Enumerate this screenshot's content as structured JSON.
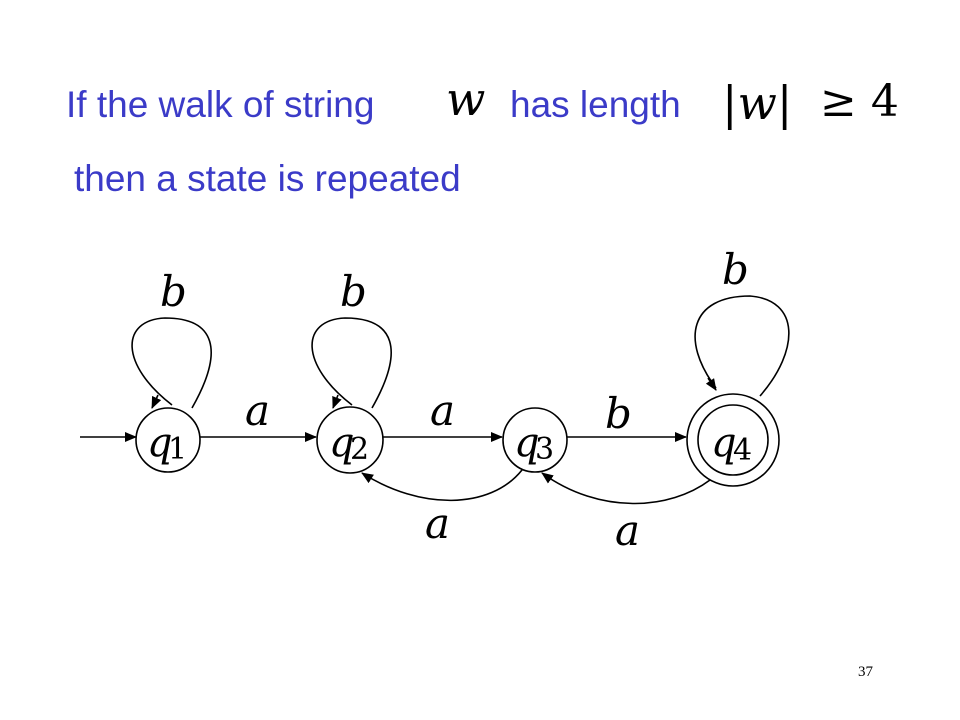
{
  "text": {
    "line1_prefix": "If the walk of string",
    "line1_var": "w",
    "line1_mid": "has length",
    "abs_left": "|",
    "abs_var": "w",
    "abs_right": "|",
    "geq": "≥ 4",
    "line2": "then a state is repeated"
  },
  "states": [
    {
      "id": "q1",
      "base": "q",
      "sub": "1",
      "accepting": false,
      "start": true
    },
    {
      "id": "q2",
      "base": "q",
      "sub": "2",
      "accepting": false,
      "start": false
    },
    {
      "id": "q3",
      "base": "q",
      "sub": "3",
      "accepting": false,
      "start": false
    },
    {
      "id": "q4",
      "base": "q",
      "sub": "4",
      "accepting": true,
      "start": false
    }
  ],
  "transitions": [
    {
      "from": "q1",
      "to": "q1",
      "label": "b"
    },
    {
      "from": "q2",
      "to": "q2",
      "label": "b"
    },
    {
      "from": "q4",
      "to": "q4",
      "label": "b"
    },
    {
      "from": "q1",
      "to": "q2",
      "label": "a"
    },
    {
      "from": "q2",
      "to": "q3",
      "label": "a"
    },
    {
      "from": "q3",
      "to": "q4",
      "label": "b"
    },
    {
      "from": "q3",
      "to": "q2",
      "label": "a"
    },
    {
      "from": "q4",
      "to": "q3",
      "label": "a"
    }
  ],
  "slide_number": "37"
}
